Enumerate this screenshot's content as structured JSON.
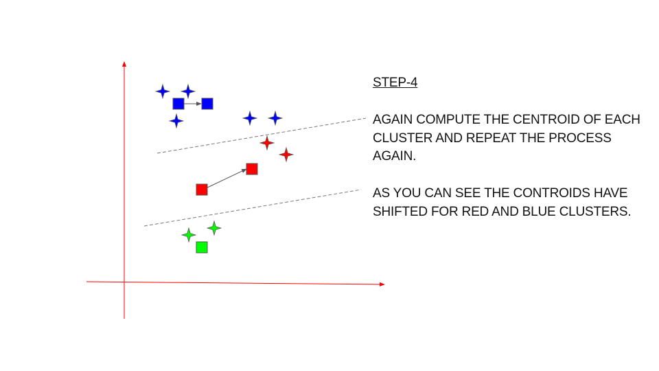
{
  "slide": {
    "title": "STEP-4",
    "paragraph1": [
      "AGAIN COMPUTE THE CENTROID OF EACH",
      "CLUSTER AND REPEAT THE PROCESS",
      "AGAIN."
    ],
    "paragraph2": [
      "AS YOU CAN SEE THE CONTROIDS HAVE",
      "SHIFTED FOR RED AND BLUE CLUSTERS."
    ]
  },
  "colors": {
    "blue": "#0000ff",
    "red": "#ff0000",
    "green": "#00ff00",
    "axis": "#ff0000",
    "outline": "#555555"
  },
  "diagram": {
    "points": [
      {
        "cluster": "blue",
        "shape": "star"
      },
      {
        "cluster": "blue",
        "shape": "star"
      },
      {
        "cluster": "blue",
        "shape": "star"
      },
      {
        "cluster": "blue",
        "shape": "star"
      },
      {
        "cluster": "blue",
        "shape": "star"
      },
      {
        "cluster": "red",
        "shape": "star"
      },
      {
        "cluster": "red",
        "shape": "star"
      },
      {
        "cluster": "green",
        "shape": "star"
      },
      {
        "cluster": "green",
        "shape": "star"
      }
    ],
    "centroids": [
      {
        "cluster": "blue",
        "state": "old"
      },
      {
        "cluster": "blue",
        "state": "new"
      },
      {
        "cluster": "red",
        "state": "old"
      },
      {
        "cluster": "red",
        "state": "new"
      },
      {
        "cluster": "green",
        "state": "unchanged"
      }
    ]
  }
}
